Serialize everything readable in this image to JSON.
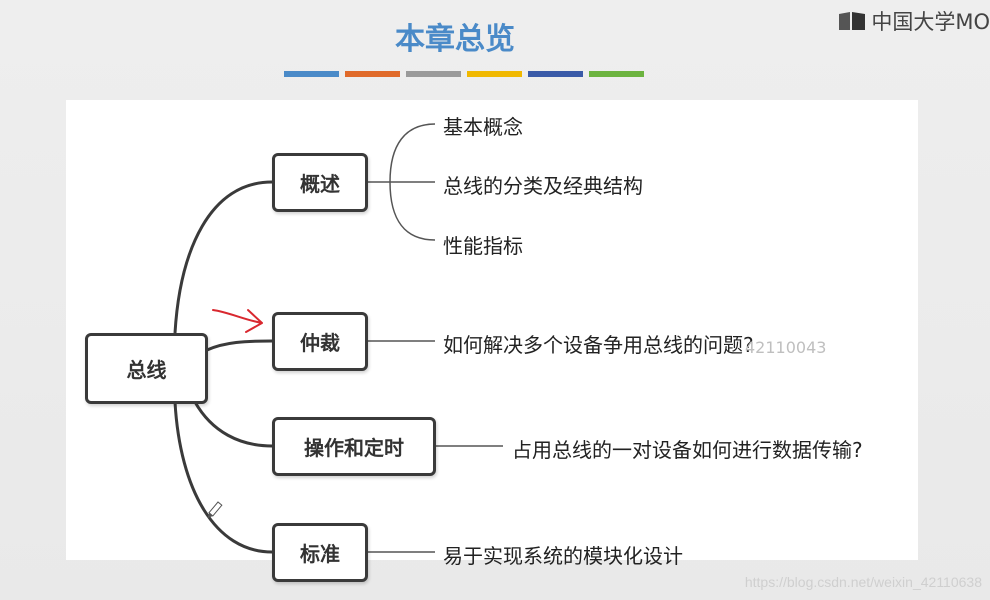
{
  "header": {
    "title": "本章总览",
    "logo_text": "中国大学MO",
    "stripe_colors": [
      "#4a8ac8",
      "#e06a2a",
      "#9a9a9a",
      "#f0b800",
      "#3a5aa8",
      "#6cb33f"
    ]
  },
  "mindmap": {
    "root": "总线",
    "branches": [
      {
        "label": "概述",
        "leaves": [
          "基本概念",
          "总线的分类及经典结构",
          "性能指标"
        ]
      },
      {
        "label": "仲裁",
        "leaves": [
          "如何解决多个设备争用总线的问题?"
        ]
      },
      {
        "label": "操作和定时",
        "leaves": [
          "占用总线的一对设备如何进行数据传输?"
        ]
      },
      {
        "label": "标准",
        "leaves": [
          "易于实现系统的模块化设计"
        ]
      }
    ],
    "accent_arrow_color": "#d9282f"
  },
  "watermarks": {
    "overlay": "42110043",
    "footer": "https://blog.csdn.net/weixin_42110638"
  }
}
